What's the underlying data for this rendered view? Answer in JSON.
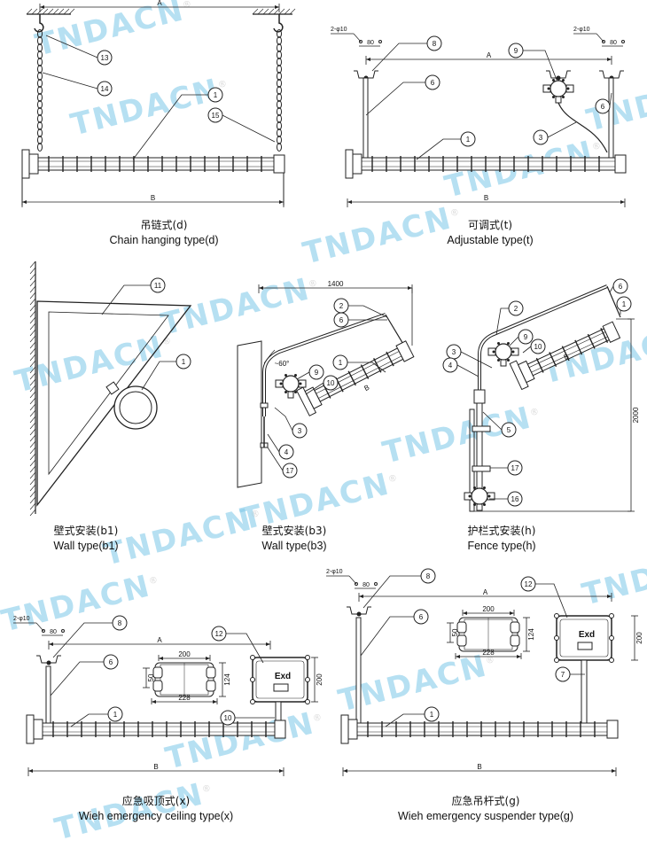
{
  "watermark": "TNDACN",
  "watermark_mark": "®",
  "panels": {
    "chain": {
      "zh": "吊链式(d)",
      "en": "Chain hanging type(d)",
      "dim_a": "A",
      "dim_b": "B",
      "callouts": [
        "13",
        "14",
        "1",
        "15"
      ]
    },
    "adjustable": {
      "zh": "可调式(t)",
      "en": "Adjustable type(t)",
      "dim_a": "A",
      "dim_b": "B",
      "hole": "2-φ10",
      "spacing": "80",
      "callouts": [
        "8",
        "9",
        "6",
        "6",
        "1",
        "3"
      ]
    },
    "wall_b1": {
      "zh": "壁式安装(b1)",
      "en": "Wall type(b1)",
      "callouts": [
        "11",
        "1"
      ]
    },
    "wall_b3": {
      "zh": "壁式安装(b3)",
      "en": "Wall type(b3)",
      "dim_width": "1400",
      "angle": "~60°",
      "dim_b": "B",
      "callouts": [
        "2",
        "6",
        "9",
        "10",
        "1",
        "3",
        "4",
        "17"
      ]
    },
    "fence": {
      "zh": "护栏式安装(h)",
      "en": "Fence type(h)",
      "dim_height": "2000",
      "dim_b": "B",
      "callouts": [
        "6",
        "1",
        "2",
        "9",
        "10",
        "3",
        "4",
        "5",
        "17",
        "16"
      ]
    },
    "ceiling": {
      "zh": "应急吸顶式(x)",
      "en": "Wieh emergency ceiling type(x)",
      "dim_a": "A",
      "dim_b": "B",
      "hole": "2-φ10",
      "spacing": "80",
      "box": {
        "w": "200",
        "h1": "50",
        "h2": "124",
        "w2": "228",
        "h3": "200",
        "label": "Exd"
      },
      "callouts": [
        "8",
        "6",
        "1",
        "12",
        "10"
      ]
    },
    "suspender": {
      "zh": "应急吊杆式(g)",
      "en": "Wieh emergency suspender type(g)",
      "dim_a": "A",
      "dim_b": "B",
      "hole": "2-φ10",
      "spacing": "80",
      "box": {
        "w": "200",
        "h1": "50",
        "h2": "124",
        "w2": "228",
        "h3": "200",
        "label": "Exd"
      },
      "callouts": [
        "8",
        "6",
        "1",
        "12",
        "7"
      ]
    }
  }
}
